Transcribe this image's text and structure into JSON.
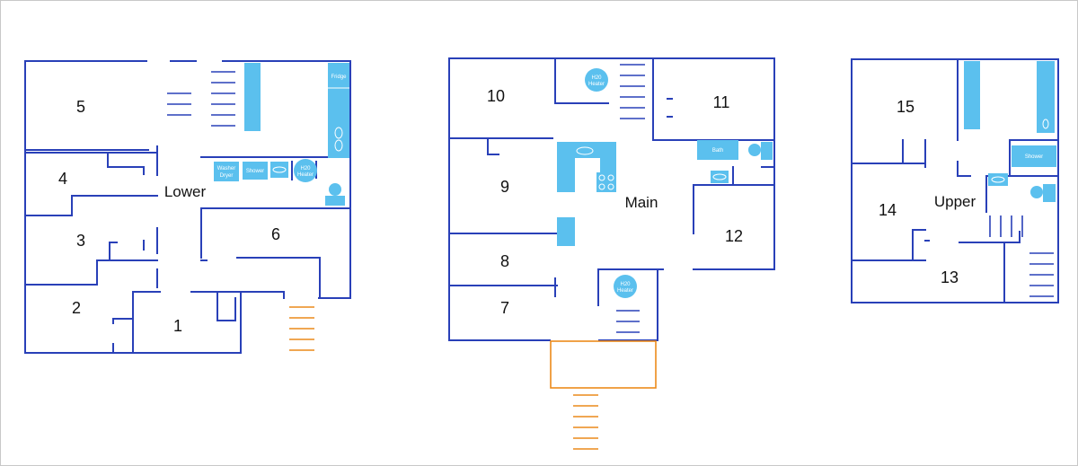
{
  "floors": {
    "lower": "Lower",
    "main": "Main",
    "upper": "Upper"
  },
  "rooms": {
    "r1": "1",
    "r2": "2",
    "r3": "3",
    "r4": "4",
    "r5": "5",
    "r6": "6",
    "r7": "7",
    "r8": "8",
    "r9": "9",
    "r10": "10",
    "r11": "11",
    "r12": "12",
    "r13": "13",
    "r14": "14",
    "r15": "15"
  },
  "fixtures": {
    "fridge": "Fridge",
    "washer": "Washer",
    "dryer": "Dryer",
    "shower": "Shower",
    "h2o": "H20",
    "heater": "Heater",
    "bath": "Bath"
  },
  "colors": {
    "walls": "#2940b8",
    "fixtures": "#5bc0ee",
    "exterior_stairs_and_deck": "#ec8a1a"
  }
}
